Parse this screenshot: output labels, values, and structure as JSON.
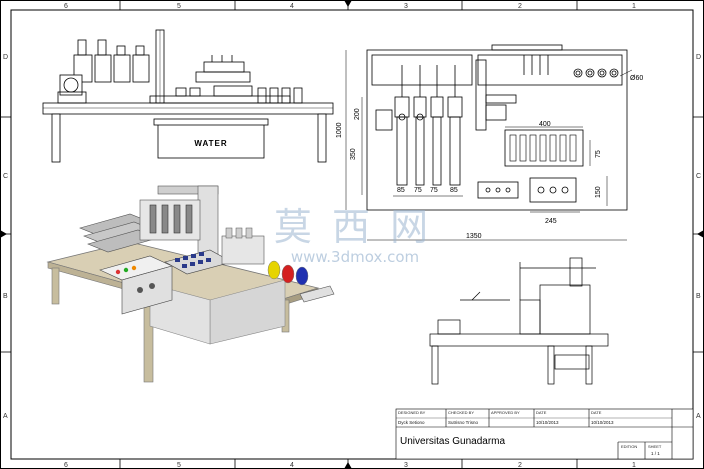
{
  "border": {
    "columns_top": [
      "6",
      "5",
      "4",
      "3",
      "2",
      "1"
    ],
    "columns_bottom": [
      "6",
      "5",
      "4",
      "3",
      "2",
      "1"
    ],
    "rows_left": [
      "D",
      "C",
      "B",
      "A"
    ],
    "rows_right": [
      "D",
      "C",
      "B",
      "A"
    ]
  },
  "side_view": {
    "tank_label": "WATER"
  },
  "top_view": {
    "dimensions": {
      "hole_diameter": "Ø60",
      "overall_height": "1000",
      "upper_height": "200",
      "lower_height": "350",
      "width_85_left": "85",
      "width_75_a": "75",
      "width_75_b": "75",
      "width_85_right": "85",
      "rack_width": "400",
      "rack_height": "75",
      "panel_height": "150",
      "panel_width": "245",
      "overall_width": "1350"
    }
  },
  "watermark": {
    "chinese": "莫 西 网",
    "url": "www.3dmox.com"
  },
  "title_block": {
    "drawn_by_label": "DESIGNED BY",
    "drawn_by": "Dyck Setiono",
    "checked_by_label": "CHECKED BY",
    "checked_by": "Sutrisno Trisno",
    "approved_by_label": "APPROVED BY",
    "date1_label": "DATE",
    "date1": "10/10/2013",
    "date2_label": "DATE",
    "date2": "10/10/2013",
    "institution": "Universitas Gunadarma",
    "edition_label": "EDITION",
    "sheet_label": "SHEET",
    "sheet_value": "1 / 1"
  }
}
